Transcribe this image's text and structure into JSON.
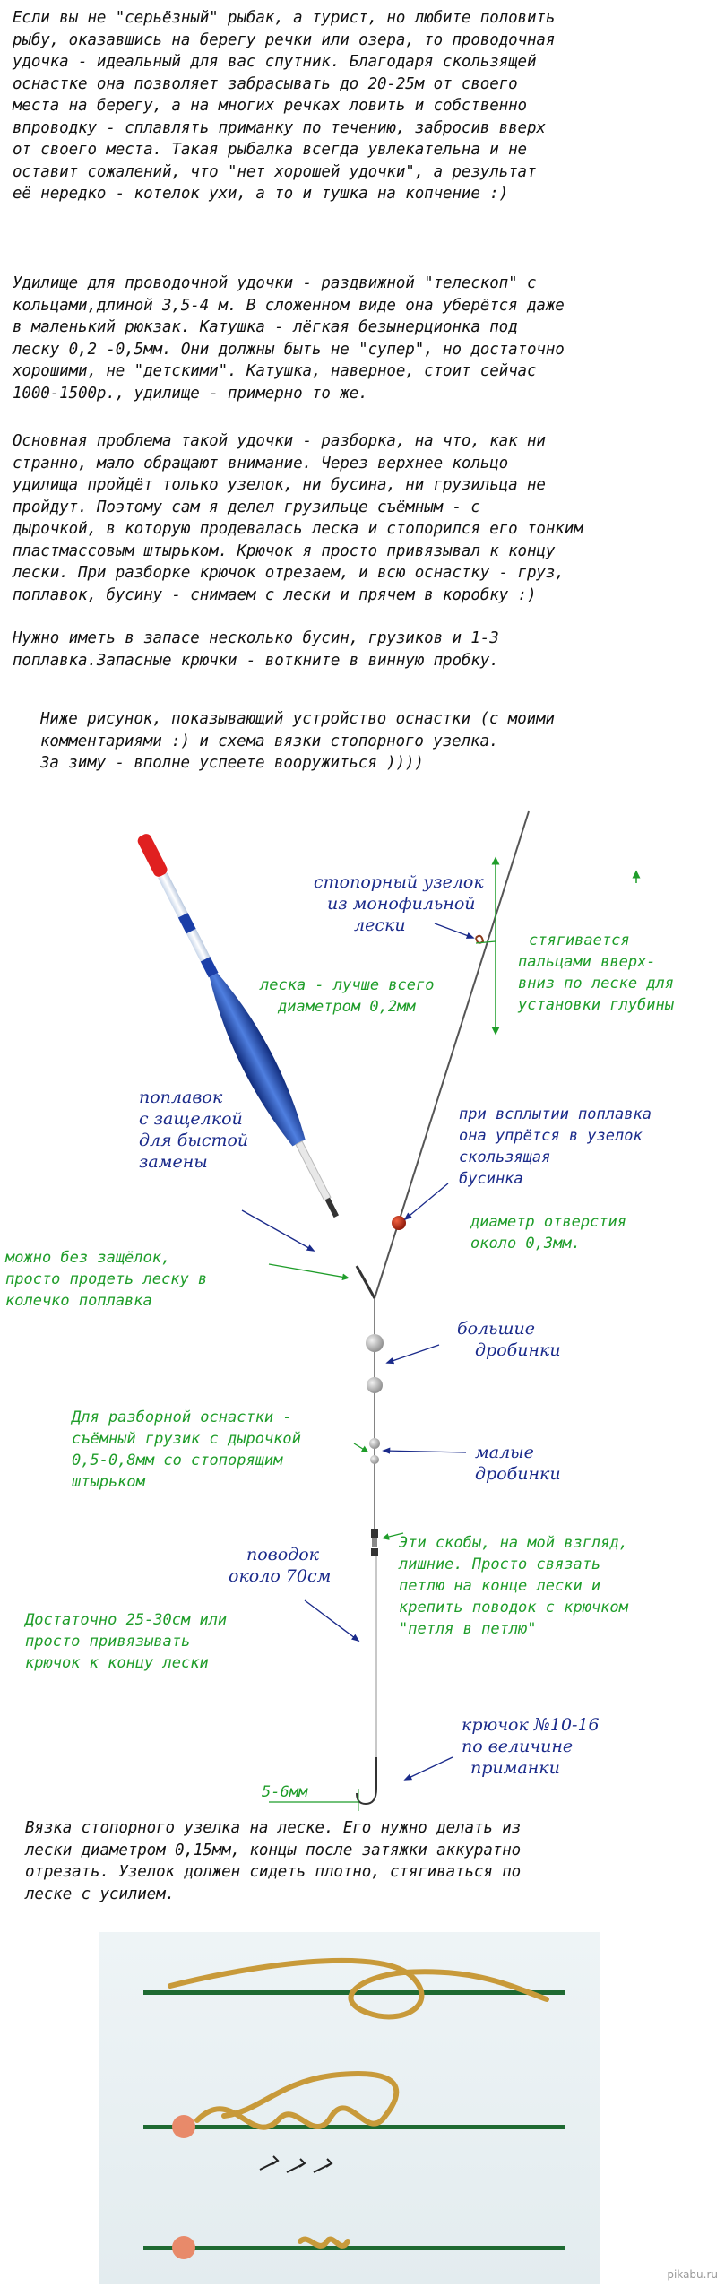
{
  "paragraphs": [
    {
      "id": "p1",
      "lines": [
        "Если вы не \"серьёзный\" рыбак, а турист, но любите половить",
        "рыбу, оказавшись на берегу речки или озера, то проводочная",
        "удочка - идеальный для вас спутник. Благодаря скользящей",
        "оснастке она позволяет забрасывать до 20-25м от своего",
        "места на берегу,  а на многих речках ловить и собственно",
        "впроводку - сплавлять приманку по течению, забросив вверх",
        "от своего места. Такая рыбалка всегда увлекательна и не",
        "оставит сожалений, что \"нет хорошей удочки\", а результат",
        "её нередко - котелок ухи, а то и тушка на копчение :)"
      ]
    },
    {
      "id": "p2",
      "lines": [
        "Удилище для проводочной удочки - раздвижной \"телескоп\" с",
        "кольцами,длиной 3,5-4 м. В сложенном виде она уберётся даже",
        "в маленький рюкзак. Катушка - лёгкая безынерционка под",
        "леску  0,2 -0,5мм. Они должны быть не \"супер\", но достаточно",
        "хорошими, не \"детскими\". Катушка, наверное, стоит сейчас",
        "1000-1500р., удилище - примерно то же."
      ]
    },
    {
      "id": "p3",
      "lines": [
        "Основная проблема такой удочки - разборка, на что, как ни",
        "странно, мало обращают внимание. Через верхнее кольцо",
        "удилища пройдёт только узелок, ни бусина, ни грузильца не",
        "пройдут. Поэтому сам я делел грузильце съёмным - с",
        "дырочкой, в которую продевалась леска и стопорился его тонким",
        "пластмассовым штырьком. Крючок я просто привязывал к концу",
        "лески. При разборке крючок отрезаем, и всю оснастку - груз,",
        "поплавок, бусину - снимаем с лески и прячем в коробку :)"
      ]
    },
    {
      "id": "p4",
      "lines": [
        "Нужно иметь в запасе несколько бусин, грузиков и 1-3",
        "поплавка.Запасные крючки - воткните в винную пробку."
      ]
    },
    {
      "id": "p5",
      "lines": [
        "Ниже рисунок, показывающий устройство оснастки (с моими",
        "комментариями :) и схема вязки стопорного узелка.",
        "За зиму - вполне успеете вооружиться ))))"
      ]
    },
    {
      "id": "p6",
      "lines": [
        "Вязка стопорного узелка на леске. Его нужно делать из",
        "лески диаметром 0,15мм, концы после затяжки аккуратно",
        "отрезать. Узелок должен сидеть плотно, стягиваться по",
        "леске с усилием."
      ]
    }
  ],
  "diagram": {
    "labels": {
      "stopper": [
        "стопорный узелок",
        "из монофильной",
        "лески"
      ],
      "tighten": [
        "стягивается",
        "пальцами вверх-",
        "вниз по леске для",
        "установки глубины"
      ],
      "line": [
        "леска - лучше всего",
        "диаметром 0,2мм"
      ],
      "float_note": [
        "при всплытии поплавка",
        "она упрётся в узелок"
      ],
      "bead": [
        "скользящая",
        "бусинка"
      ],
      "hole": [
        "диаметр отверстия",
        "около 0,3мм."
      ],
      "float_clip": [
        "поплавок",
        "с защелкой",
        "для быстой",
        "замены"
      ],
      "no_clip": [
        "можно без защёлок,",
        "просто продеть леску в",
        "колечко поплавка"
      ],
      "big_shot": [
        "большие",
        "дробинки"
      ],
      "removable": [
        "Для разборной оснастки -",
        "съёмный грузик с дырочкой",
        "0,5-0,8мм со стопорящим",
        "штырьком"
      ],
      "small_shot": [
        "малые",
        "дробинки"
      ],
      "swivels": [
        "Эти скобы, на мой взгляд,",
        "лишние. Просто связать",
        "петлю на конце лески и",
        "крепить поводок с крючком",
        "\"петля в петлю\""
      ],
      "leader": [
        "поводок",
        "около 70см"
      ],
      "enough": [
        "Достаточно 25-30см или",
        "просто привязывать",
        "крючок к концу лески"
      ],
      "hook": [
        "крючок №10-16",
        "по величине",
        "приманки"
      ],
      "dim": "5-6мм"
    }
  },
  "watermark": "pikabu.ru",
  "colors": {
    "annotation_blue": "#1a2a8a",
    "annotation_green": "#1f9d2a",
    "float_red": "#e02020",
    "float_blue": "#1b3fa8",
    "bead_red": "#b52010",
    "knot_line": "#c89a3a",
    "knot_bar": "#1e6a32"
  }
}
